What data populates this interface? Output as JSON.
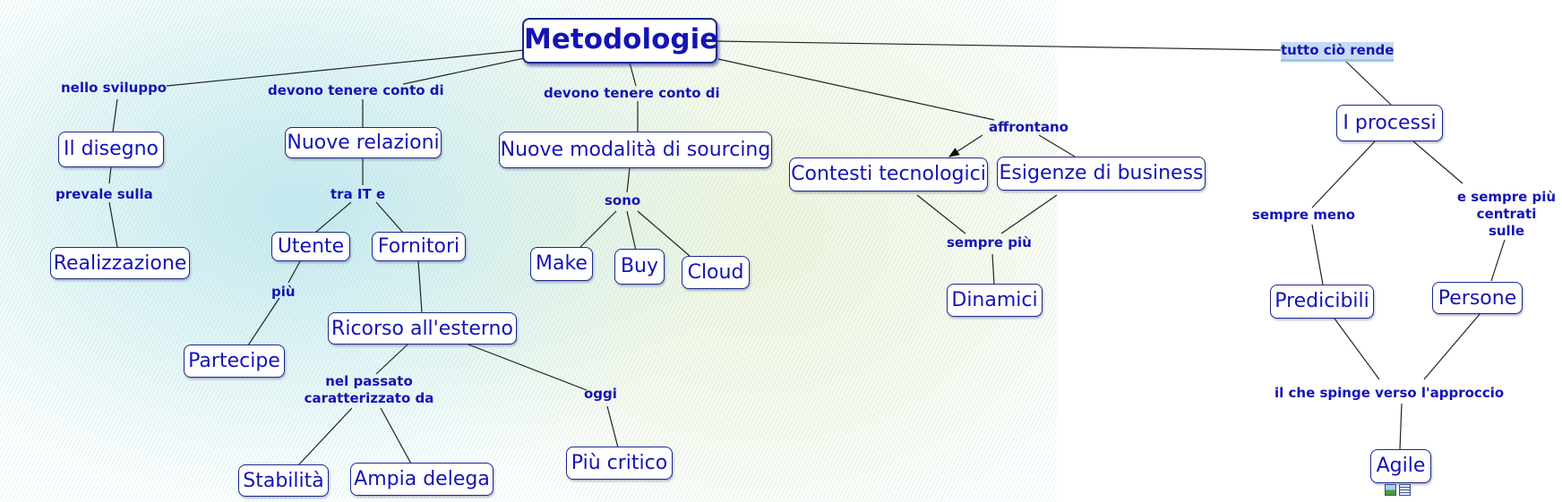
{
  "concepts": {
    "metodologie": "Metodologie",
    "il_disegno": "Il disegno",
    "realizzazione": "Realizzazione",
    "nuove_relazioni": "Nuove relazioni",
    "utente": "Utente",
    "fornitori": "Fornitori",
    "partecipe": "Partecipe",
    "ricorso": "Ricorso all'esterno",
    "stabilita": "Stabilità",
    "ampia_delega": "Ampia delega",
    "piu_critico": "Più critico",
    "nuove_modalita": "Nuove modalità di sourcing",
    "make": "Make",
    "buy": "Buy",
    "cloud": "Cloud",
    "contesti": "Contesti tecnologici",
    "esigenze": "Esigenze di business",
    "dinamici": "Dinamici",
    "i_processi": "I processi",
    "predicibili": "Predicibili",
    "persone": "Persone",
    "agile": "Agile"
  },
  "links": {
    "nello_sviluppo": "nello sviluppo",
    "prevale_sulla": "prevale sulla",
    "devono_tenere_1": "devono tenere conto di",
    "tra_it_e": "tra IT e",
    "piu": "più",
    "nel_passato_1": "nel passato",
    "nel_passato_2": "caratterizzato da",
    "oggi": "oggi",
    "devono_tenere_2": "devono tenere conto di",
    "sono": "sono",
    "affrontano": "affrontano",
    "sempre_piu": "sempre più",
    "tutto_cio_rende": "tutto ciò rende",
    "sempre_meno": "sempre meno",
    "e_sempre_1": "e sempre più",
    "e_sempre_2": "centrati",
    "e_sempre_3": "sulle",
    "il_che_spinge": "il che spinge verso l'approccio"
  },
  "icons": [
    "image-resource-icon",
    "document-resource-icon"
  ],
  "colors": {
    "text": "#1414b4",
    "border": "#1a2a8c",
    "line": "#222222",
    "highlight": "#c6dcf4"
  }
}
